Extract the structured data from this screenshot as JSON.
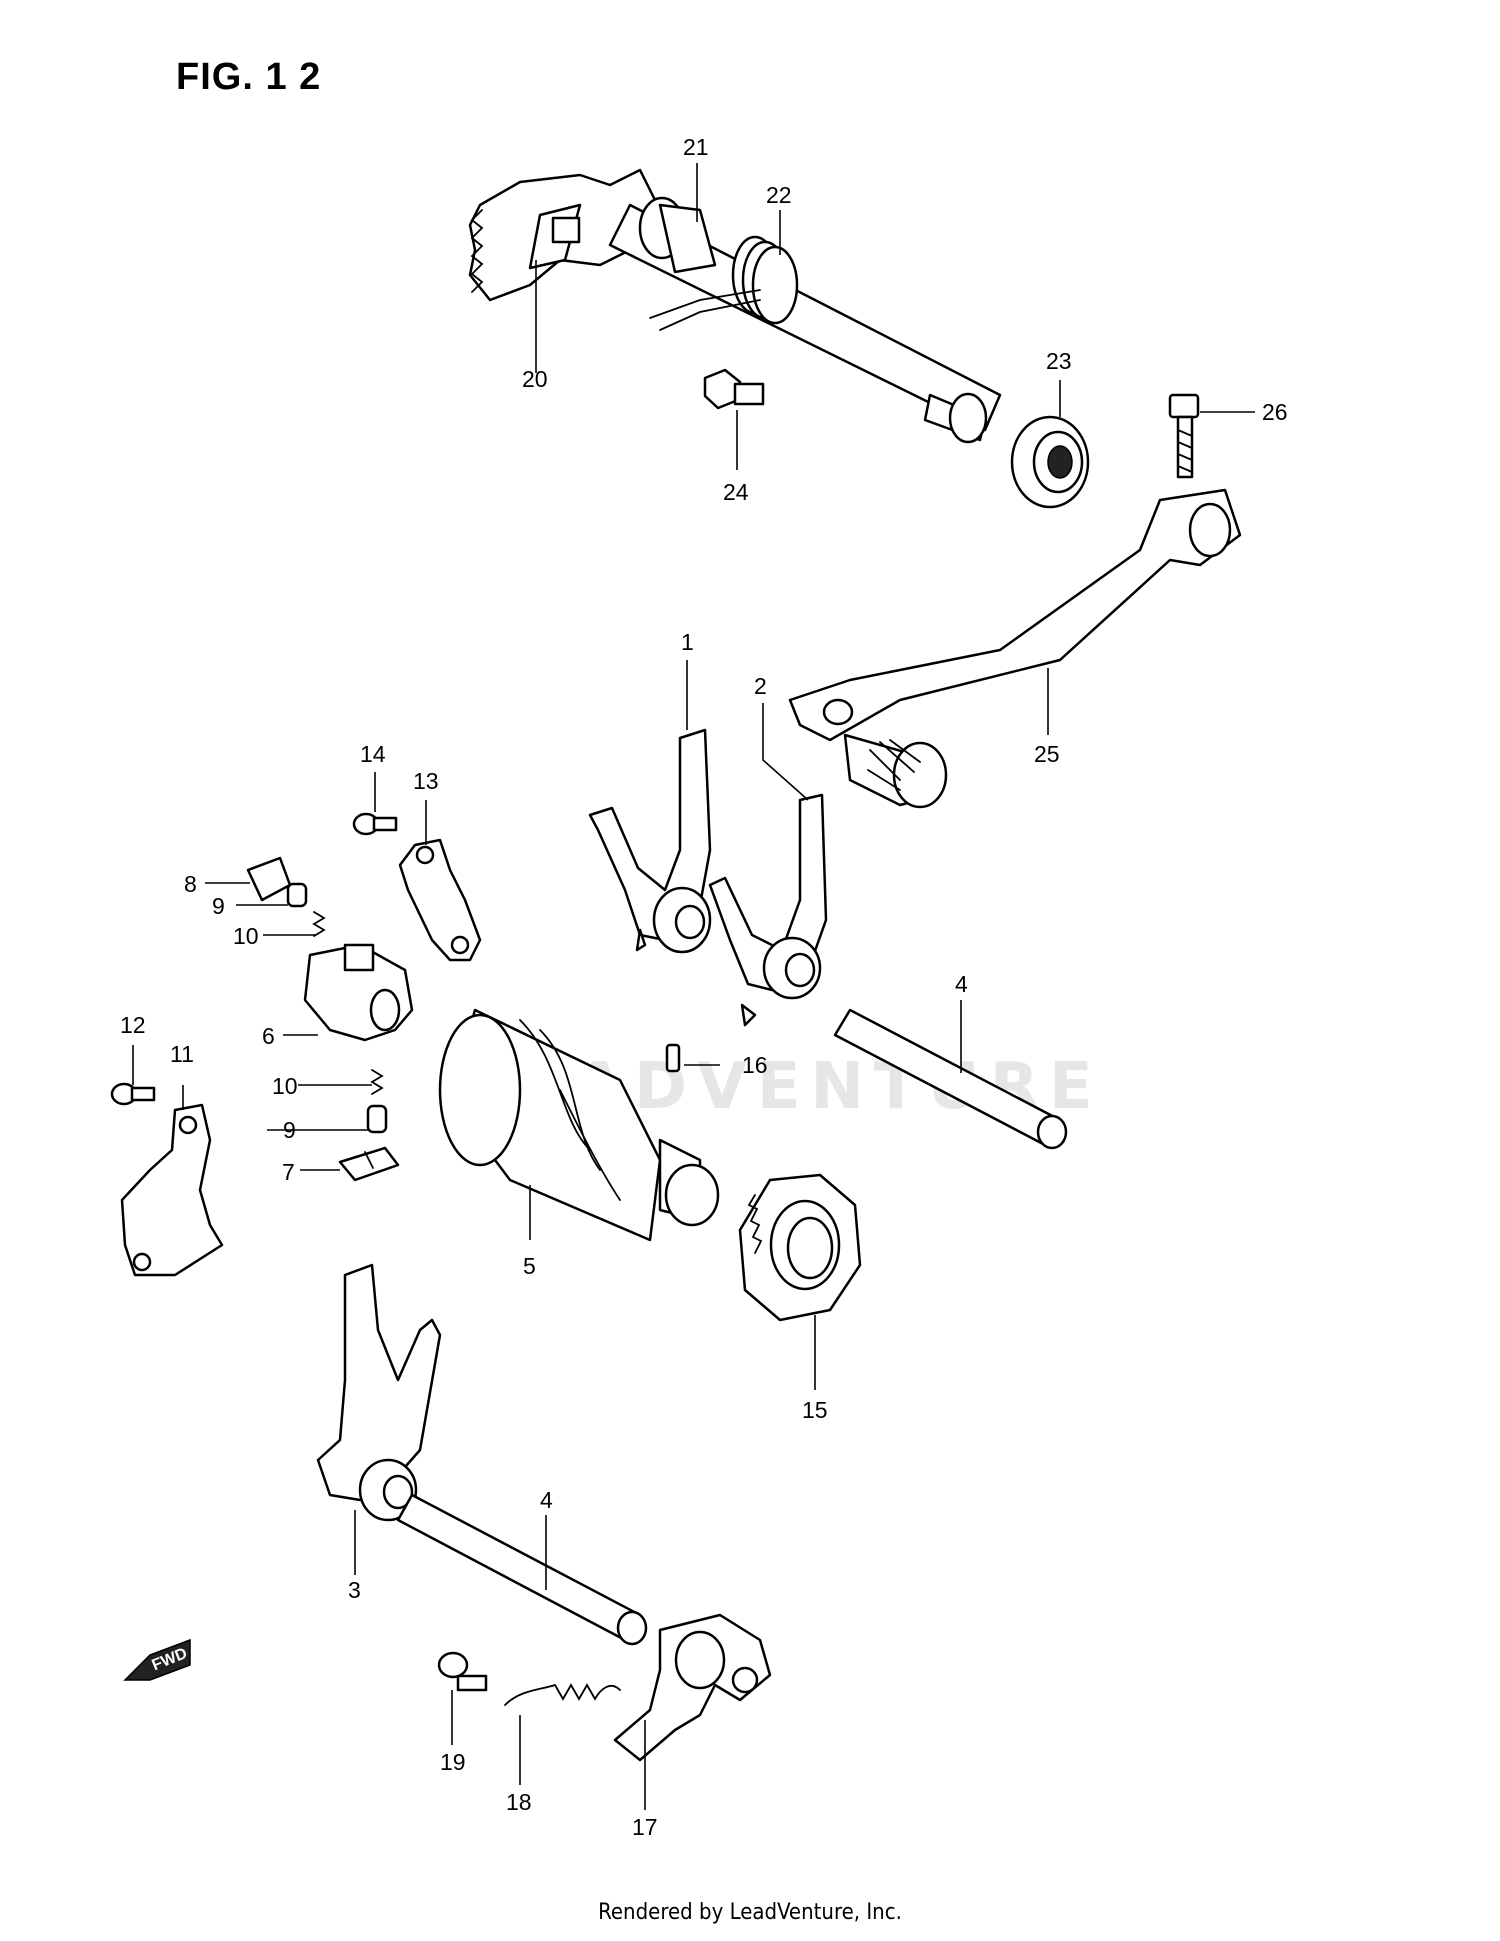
{
  "figure": {
    "title": "FIG. 1 2",
    "watermark": "LEADVENTURE",
    "footer": "Rendered by LeadVenture, Inc.",
    "fwd_label": "FWD"
  },
  "callouts": [
    {
      "id": "c1",
      "label": "1"
    },
    {
      "id": "c2",
      "label": "2"
    },
    {
      "id": "c3",
      "label": "3"
    },
    {
      "id": "c4a",
      "label": "4"
    },
    {
      "id": "c4b",
      "label": "4"
    },
    {
      "id": "c5",
      "label": "5"
    },
    {
      "id": "c6",
      "label": "6"
    },
    {
      "id": "c7",
      "label": "7"
    },
    {
      "id": "c8",
      "label": "8"
    },
    {
      "id": "c9a",
      "label": "9"
    },
    {
      "id": "c9b",
      "label": "9"
    },
    {
      "id": "c10a",
      "label": "10"
    },
    {
      "id": "c10b",
      "label": "10"
    },
    {
      "id": "c11",
      "label": "11"
    },
    {
      "id": "c12",
      "label": "12"
    },
    {
      "id": "c13",
      "label": "13"
    },
    {
      "id": "c14",
      "label": "14"
    },
    {
      "id": "c15",
      "label": "15"
    },
    {
      "id": "c16",
      "label": "16"
    },
    {
      "id": "c17",
      "label": "17"
    },
    {
      "id": "c18",
      "label": "18"
    },
    {
      "id": "c19",
      "label": "19"
    },
    {
      "id": "c20",
      "label": "20"
    },
    {
      "id": "c21",
      "label": "21"
    },
    {
      "id": "c22",
      "label": "22"
    },
    {
      "id": "c23",
      "label": "23"
    },
    {
      "id": "c24",
      "label": "24"
    },
    {
      "id": "c25",
      "label": "25"
    },
    {
      "id": "c26",
      "label": "26"
    }
  ]
}
